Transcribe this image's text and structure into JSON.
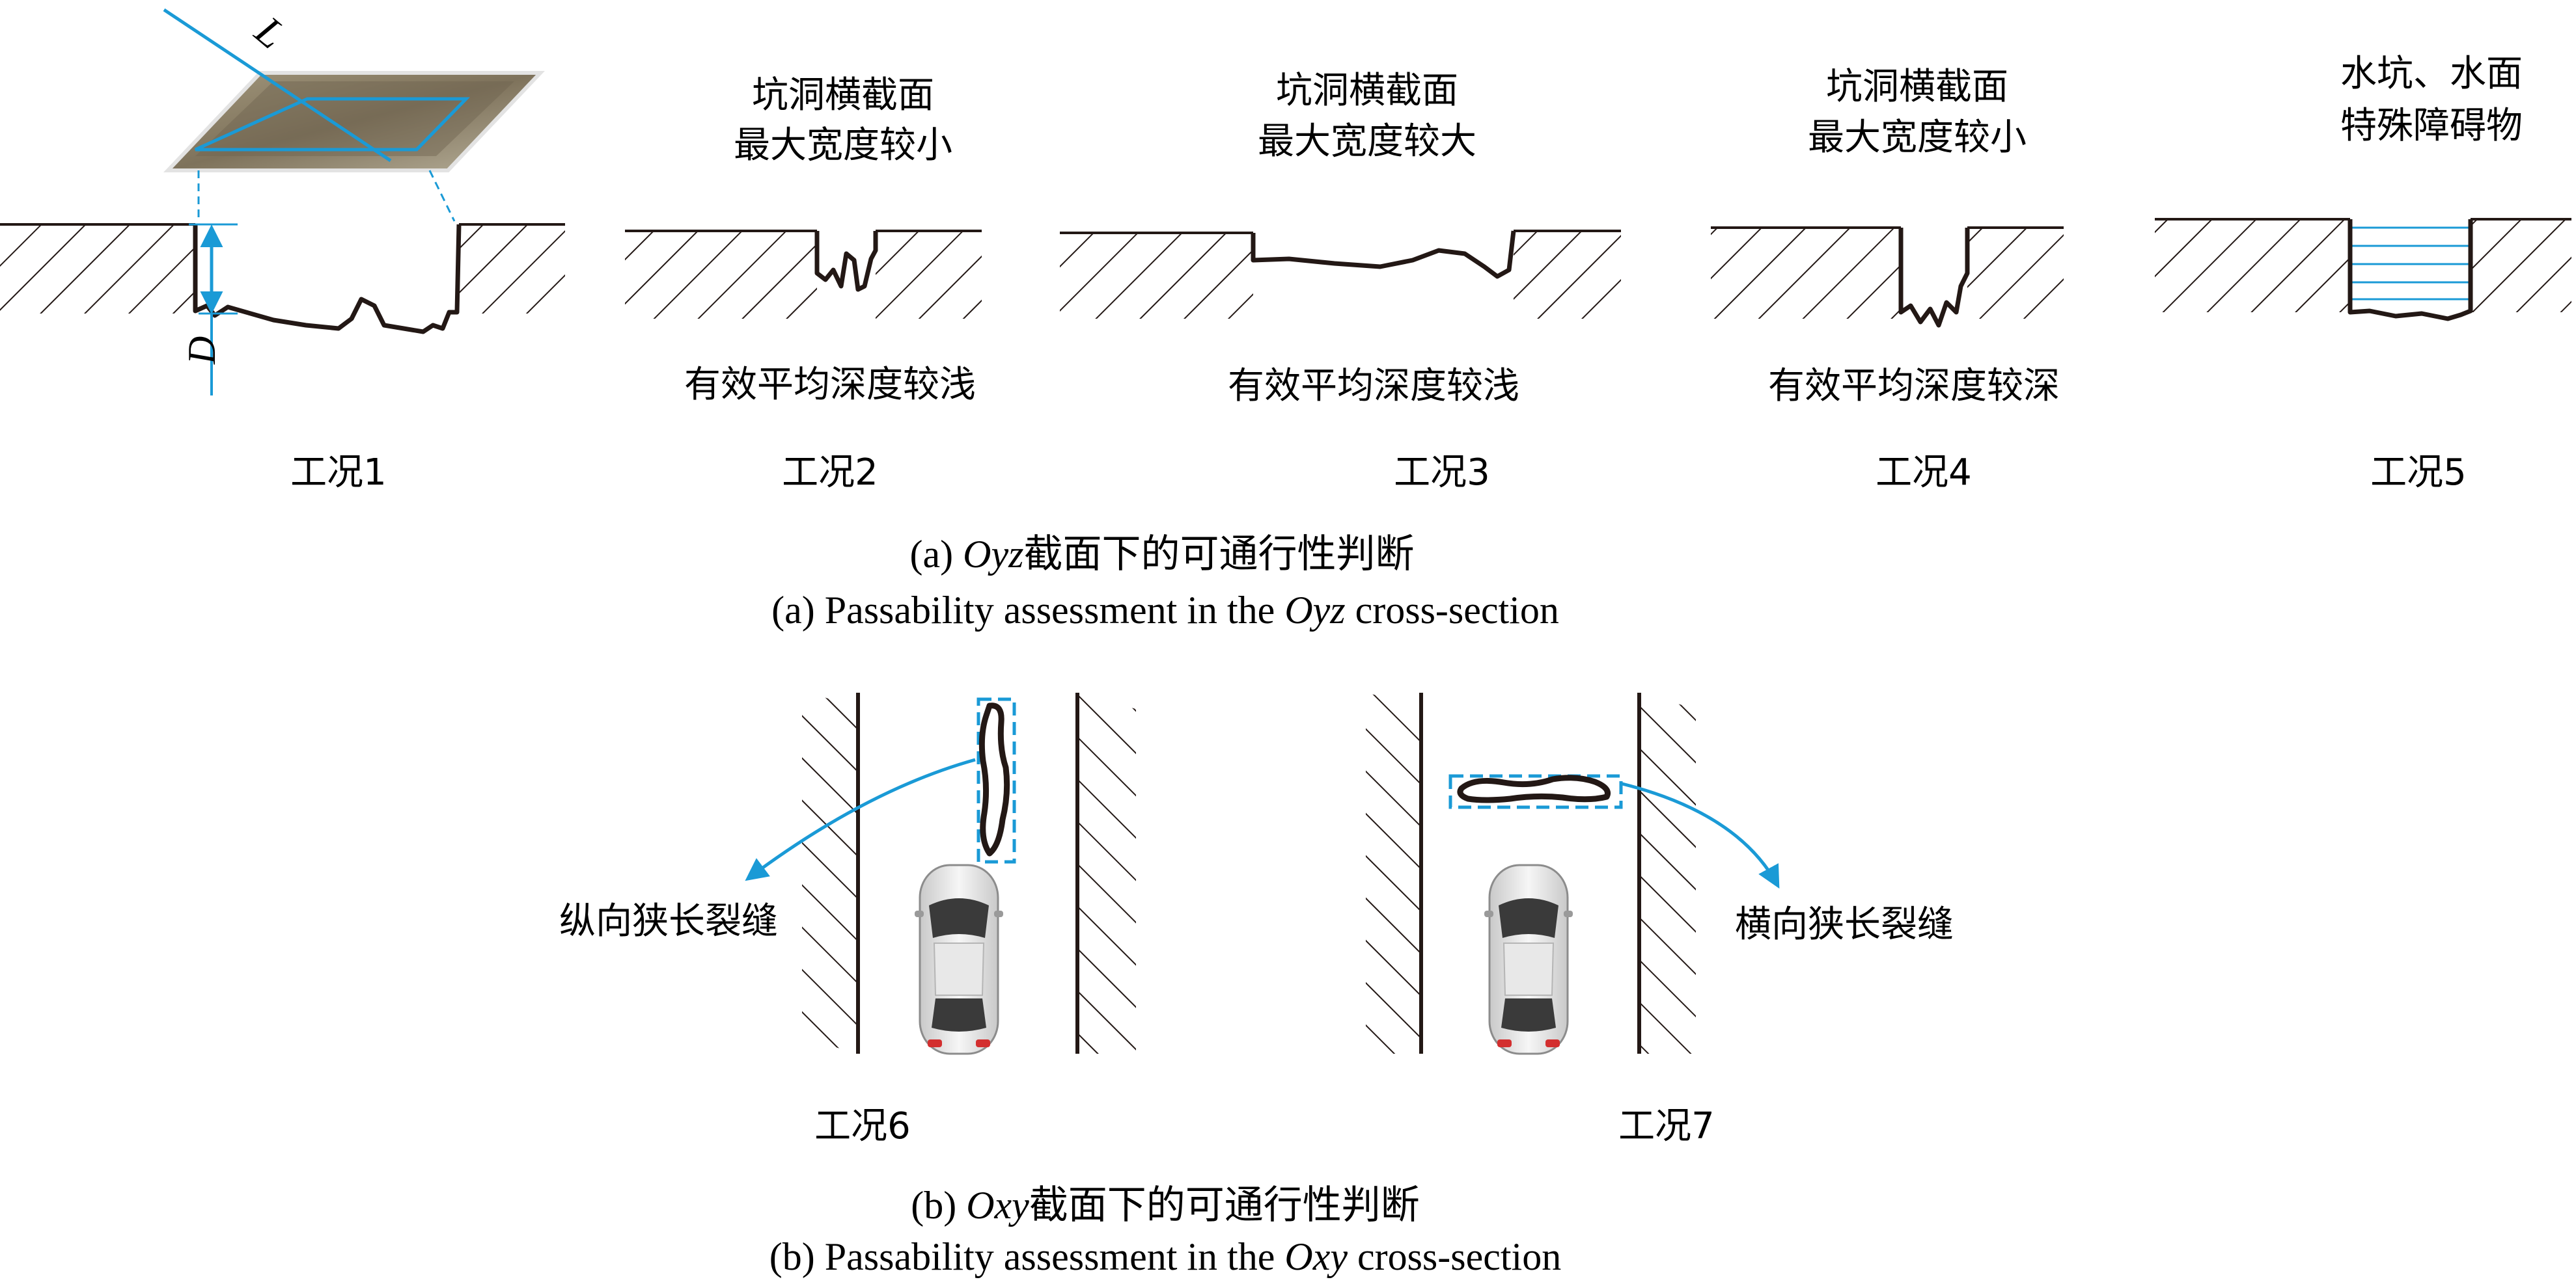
{
  "part_a": {
    "cases": [
      {
        "id": 1,
        "label": "工况1",
        "top_lines": [],
        "bottom_text": ""
      },
      {
        "id": 2,
        "label": "工况2",
        "top_lines": [
          "坑洞横截面",
          "最大宽度较小"
        ],
        "bottom_text": "有效平均深度较浅"
      },
      {
        "id": 3,
        "label": "工况3",
        "top_lines": [
          "坑洞横截面",
          "最大宽度较大"
        ],
        "bottom_text": "有效平均深度较浅"
      },
      {
        "id": 4,
        "label": "工况4",
        "top_lines": [
          "坑洞横截面",
          "最大宽度较小"
        ],
        "bottom_text": "有效平均深度较深"
      },
      {
        "id": 5,
        "label": "工况5",
        "top_lines": [
          "水坑、水面",
          "特殊障碍物"
        ],
        "bottom_text": ""
      }
    ],
    "dimension_labels": {
      "length": "L",
      "depth": "D"
    },
    "caption_cn": {
      "prefix": "(a) ",
      "italic": "Oyz",
      "suffix": "截面下的可通行性判断"
    },
    "caption_en": {
      "prefix": "(a) Passability assessment in the ",
      "italic": "Oyz",
      "suffix": " cross-section"
    }
  },
  "part_b": {
    "cases": [
      {
        "id": 6,
        "label": "工况6",
        "crack_label": "纵向狭长裂缝"
      },
      {
        "id": 7,
        "label": "工况7",
        "crack_label": "横向狭长裂缝"
      }
    ],
    "caption_cn": {
      "prefix": "(b) ",
      "italic": "Oxy",
      "suffix": "截面下的可通行性判断"
    },
    "caption_en": {
      "prefix": "(b) Passability assessment in the ",
      "italic": "Oxy",
      "suffix": " cross-section"
    }
  },
  "colors": {
    "accent": "#1a9ad6",
    "pothole_outline": "#231815",
    "hatch": "#231815"
  }
}
